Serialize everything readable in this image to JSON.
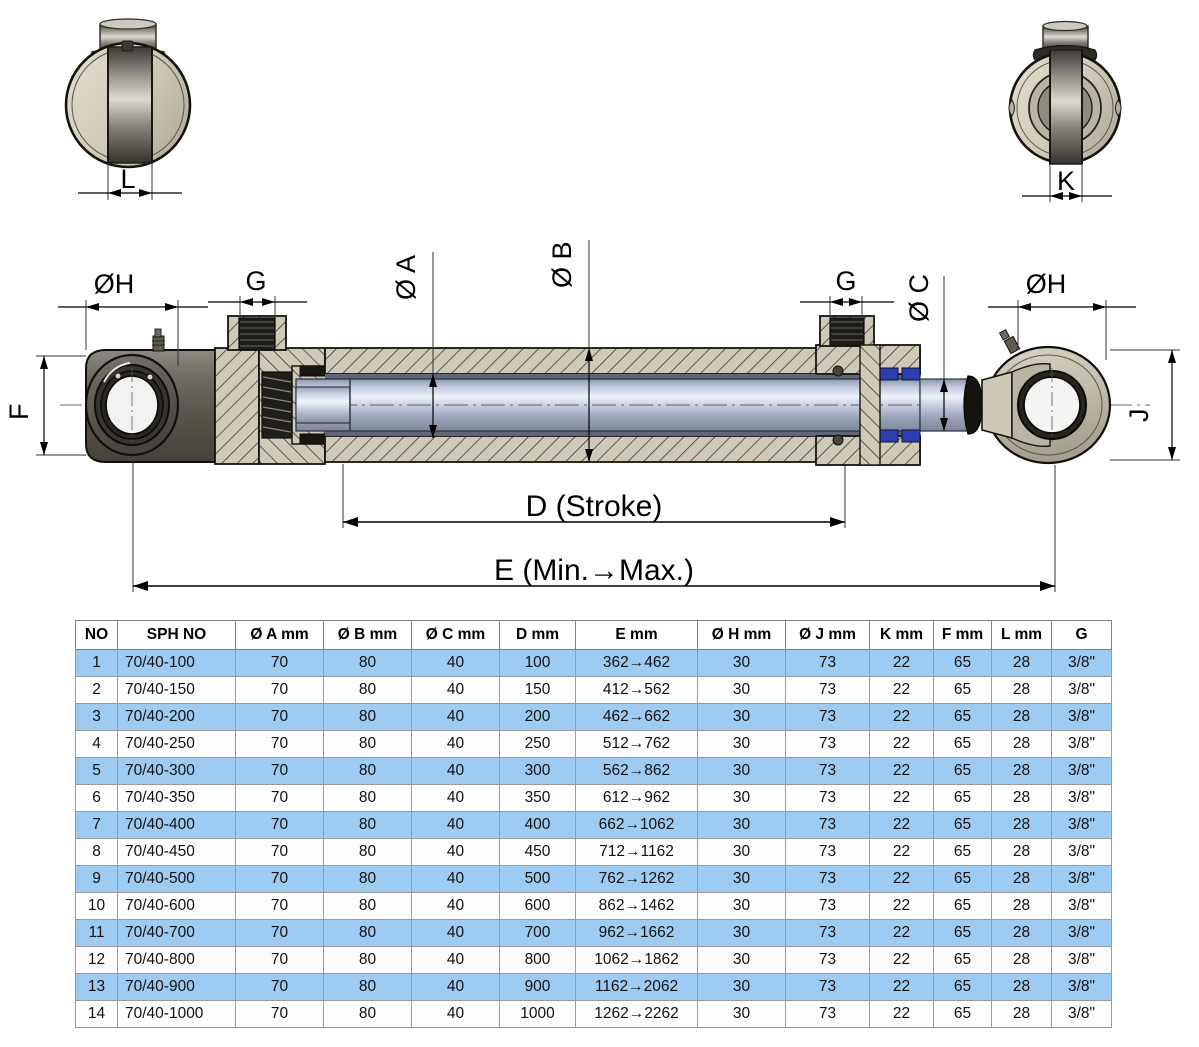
{
  "drawing": {
    "title_dimensions": {
      "stroke_label": "D (Stroke)",
      "overall_label": "E (Min.→Max.)"
    },
    "labels": {
      "bore_a": "Ø A",
      "tube_b": "Ø B",
      "rod_c": "Ø C",
      "eye_h_left": "ØH",
      "eye_h_right": "ØH",
      "port_g_left": "G",
      "port_g_right": "G",
      "f_left": "F",
      "j_right": "J",
      "l_top_left": "L",
      "k_top_right": "K"
    }
  },
  "table": {
    "headers": [
      "NO",
      "SPH NO",
      "Ø A mm",
      "Ø B mm",
      "Ø C mm",
      "D mm",
      "E mm",
      "Ø H mm",
      "Ø J mm",
      "K mm",
      "F mm",
      "L mm",
      "G"
    ],
    "rows": [
      [
        "1",
        "70/40-100",
        "70",
        "80",
        "40",
        "100",
        "362→462",
        "30",
        "73",
        "22",
        "65",
        "28",
        "3/8\""
      ],
      [
        "2",
        "70/40-150",
        "70",
        "80",
        "40",
        "150",
        "412→562",
        "30",
        "73",
        "22",
        "65",
        "28",
        "3/8\""
      ],
      [
        "3",
        "70/40-200",
        "70",
        "80",
        "40",
        "200",
        "462→662",
        "30",
        "73",
        "22",
        "65",
        "28",
        "3/8\""
      ],
      [
        "4",
        "70/40-250",
        "70",
        "80",
        "40",
        "250",
        "512→762",
        "30",
        "73",
        "22",
        "65",
        "28",
        "3/8\""
      ],
      [
        "5",
        "70/40-300",
        "70",
        "80",
        "40",
        "300",
        "562→862",
        "30",
        "73",
        "22",
        "65",
        "28",
        "3/8\""
      ],
      [
        "6",
        "70/40-350",
        "70",
        "80",
        "40",
        "350",
        "612→962",
        "30",
        "73",
        "22",
        "65",
        "28",
        "3/8\""
      ],
      [
        "7",
        "70/40-400",
        "70",
        "80",
        "40",
        "400",
        "662→1062",
        "30",
        "73",
        "22",
        "65",
        "28",
        "3/8\""
      ],
      [
        "8",
        "70/40-450",
        "70",
        "80",
        "40",
        "450",
        "712→1162",
        "30",
        "73",
        "22",
        "65",
        "28",
        "3/8\""
      ],
      [
        "9",
        "70/40-500",
        "70",
        "80",
        "40",
        "500",
        "762→1262",
        "30",
        "73",
        "22",
        "65",
        "28",
        "3/8\""
      ],
      [
        "10",
        "70/40-600",
        "70",
        "80",
        "40",
        "600",
        "862→1462",
        "30",
        "73",
        "22",
        "65",
        "28",
        "3/8\""
      ],
      [
        "11",
        "70/40-700",
        "70",
        "80",
        "40",
        "700",
        "962→1662",
        "30",
        "73",
        "22",
        "65",
        "28",
        "3/8\""
      ],
      [
        "12",
        "70/40-800",
        "70",
        "80",
        "40",
        "800",
        "1062→1862",
        "30",
        "73",
        "22",
        "65",
        "28",
        "3/8\""
      ],
      [
        "13",
        "70/40-900",
        "70",
        "80",
        "40",
        "900",
        "1162→2062",
        "30",
        "73",
        "22",
        "65",
        "28",
        "3/8\""
      ],
      [
        "14",
        "70/40-1000",
        "70",
        "80",
        "40",
        "1000",
        "1262→2262",
        "30",
        "73",
        "22",
        "65",
        "28",
        "3/8\""
      ]
    ]
  },
  "colors": {
    "row_highlight": "#9ecbf2",
    "row_plain": "#fdfdfd",
    "grid": "#9a9a9a",
    "steel_light": "#d8d4c8",
    "steel_mid": "#b3ae9f",
    "steel_dark": "#6e6a60",
    "chrome_light": "#e8ecf4",
    "chrome_mid": "#a9b2c6",
    "seal_blue": "#2d3fb0"
  }
}
